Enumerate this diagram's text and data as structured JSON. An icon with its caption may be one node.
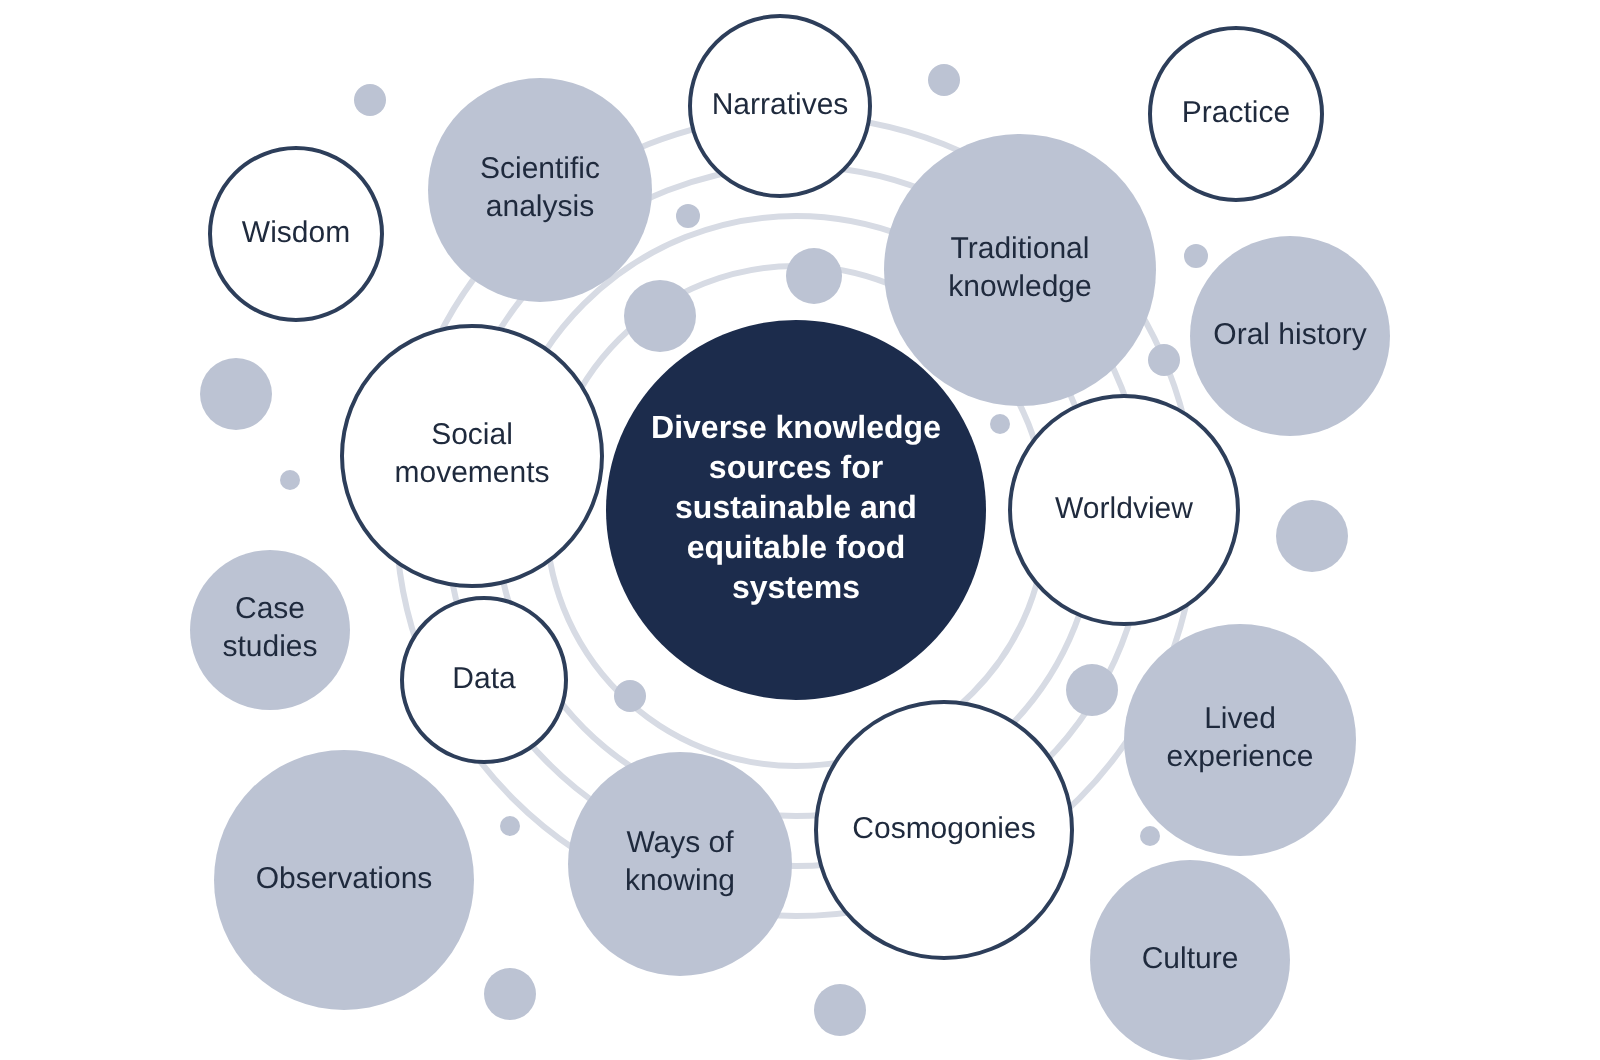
{
  "diagram": {
    "nodes": [
      {
        "text": [
          "Narratives"
        ]
      },
      {
        "text": [
          "Practice"
        ]
      },
      {
        "text": [
          "Scientific analysis"
        ]
      },
      {
        "text": [
          "Traditional knowledge"
        ]
      },
      {
        "text": [
          "Wisdom"
        ]
      },
      {
        "text": [
          "Oral history"
        ]
      },
      {
        "text": [
          "Social movements"
        ]
      },
      {
        "text": [
          "Diverse knowledge sources for sustainable and equitable food systems"
        ]
      },
      {
        "text": [
          "Worldview"
        ]
      },
      {
        "text": [
          "Case studies"
        ]
      },
      {
        "text": [
          "Data"
        ]
      },
      {
        "text": [
          "Lived experience"
        ]
      },
      {
        "text": [
          "Observations"
        ]
      },
      {
        "text": [
          "Ways of knowing"
        ]
      },
      {
        "text": [
          "Cosmogonies"
        ]
      },
      {
        "text": [
          "Culture"
        ]
      }
    ],
    "edges": []
  }
}
